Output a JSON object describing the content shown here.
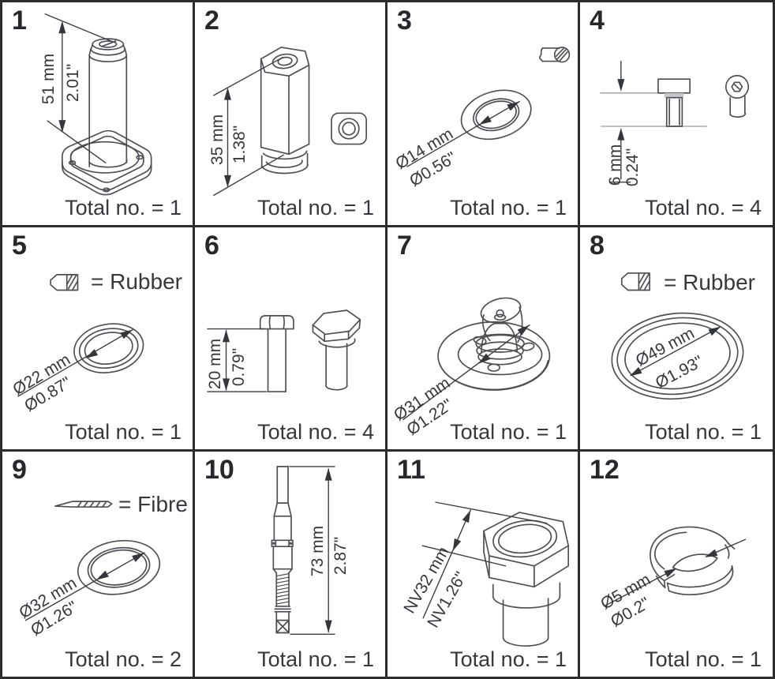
{
  "title": "Spare parts overview grid",
  "colors": {
    "background": "#ffffff",
    "grid_line": "#2d2d2d",
    "part_line": "#4c4f54",
    "dimension_line": "#3b3e43",
    "text": "#35383d"
  },
  "legend_symbols": {
    "rubber": "rubber-hatched-section-symbol",
    "fibre": "fibre-thin-hatched-strip-symbol",
    "metal": "hatched-cylinder-section-symbol"
  },
  "cells": [
    {
      "num": "1",
      "dims": [
        "51 mm",
        "2.01\""
      ],
      "total": "Total no. = 1"
    },
    {
      "num": "2",
      "dims": [
        "35 mm",
        "1.38\""
      ],
      "total": "Total no. = 1"
    },
    {
      "num": "3",
      "dims": [
        "Ø14 mm",
        "Ø0.56\""
      ],
      "total": "Total no. = 1"
    },
    {
      "num": "4",
      "dims": [
        "6 mm",
        "0.24\""
      ],
      "total": "Total no. = 4"
    },
    {
      "num": "5",
      "dims": [
        "Ø22 mm",
        "Ø0.87\""
      ],
      "total": "Total no. = 1",
      "legend": "= Rubber"
    },
    {
      "num": "6",
      "dims": [
        "20 mm",
        "0.79\""
      ],
      "total": "Total no. = 4"
    },
    {
      "num": "7",
      "dims": [
        "Ø31 mm",
        "Ø1.22\""
      ],
      "total": "Total no. = 1"
    },
    {
      "num": "8",
      "dims": [
        "Ø49 mm",
        "Ø1.93\""
      ],
      "total": "Total no. = 1",
      "legend": "= Rubber"
    },
    {
      "num": "9",
      "dims": [
        "Ø32 mm",
        "Ø1.26\""
      ],
      "total": "Total no. = 2",
      "legend": "= Fibre"
    },
    {
      "num": "10",
      "dims": [
        "73 mm",
        "2.87\""
      ],
      "total": "Total no. = 1"
    },
    {
      "num": "11",
      "dims": [
        "NV32 mm",
        "NV1.26\""
      ],
      "total": "Total no. = 1"
    },
    {
      "num": "12",
      "dims": [
        "Ø5 mm",
        "Ø0.2\""
      ],
      "total": "Total no. = 1"
    }
  ]
}
